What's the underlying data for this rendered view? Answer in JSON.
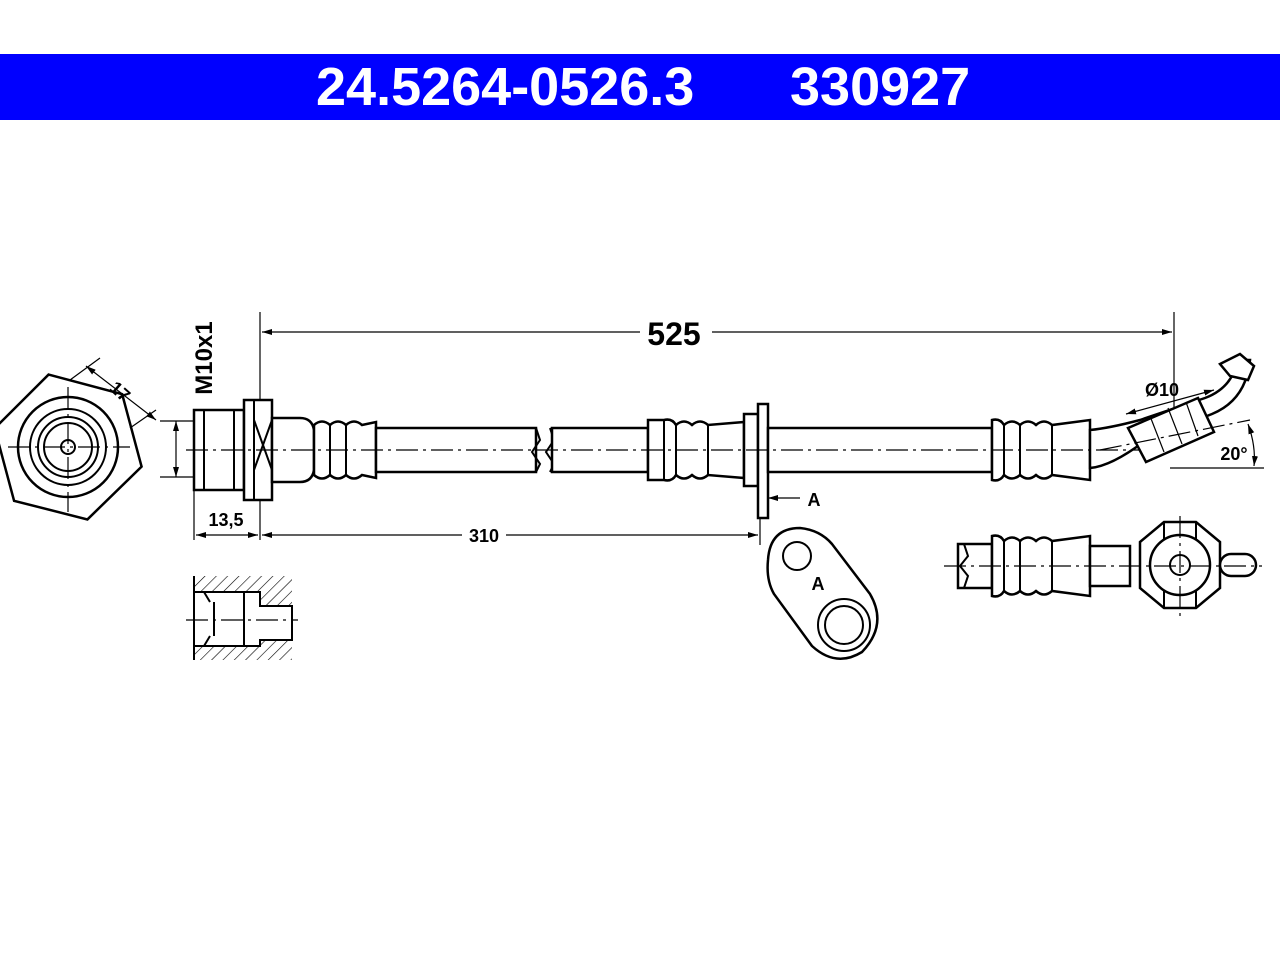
{
  "header": {
    "part_number": "24.5264-0526.3",
    "ref_number": "330927",
    "background_color": "#0000ff",
    "text_color": "#ffffff"
  },
  "dimensions": {
    "overall_length": "525",
    "bracket_distance": "310",
    "fitting_length": "13,5",
    "wrench_size": "17",
    "thread": "M10x1",
    "hose_diameter": "Ø10",
    "angle": "20°"
  },
  "labels": {
    "section_marker": "A",
    "bracket_view": "A"
  }
}
